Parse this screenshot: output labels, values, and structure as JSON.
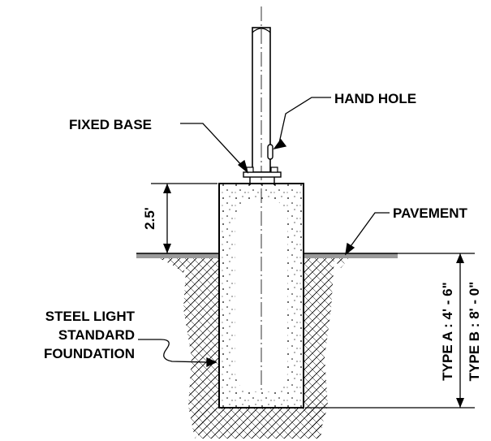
{
  "labels": {
    "hand_hole": "HAND HOLE",
    "fixed_base": "FIXED BASE",
    "pavement": "PAVEMENT",
    "foundation_line1": "STEEL LIGHT",
    "foundation_line2": "STANDARD",
    "foundation_line3": "FOUNDATION"
  },
  "dimensions": {
    "above_grade": "2.5'",
    "type_a": "TYPE A : 4' - 6\"",
    "type_b": "TYPE B : 8' - 0\""
  }
}
